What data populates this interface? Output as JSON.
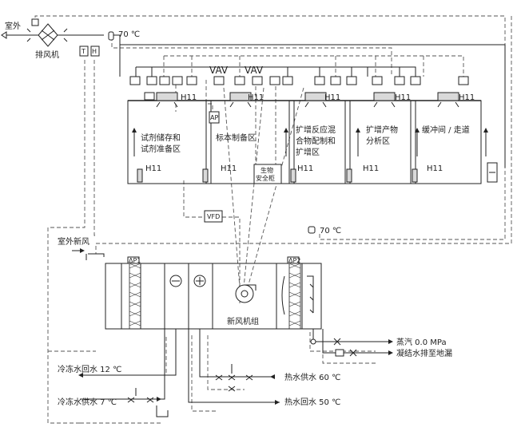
{
  "exhaust": {
    "outdoor": "室外",
    "fan": "排风机",
    "temp": "70 ℃"
  },
  "rooms": [
    {
      "id": "r1",
      "lines": [
        "试剂储存和",
        "试剂准备区"
      ]
    },
    {
      "id": "r2",
      "lines": [
        "标本制备区"
      ]
    },
    {
      "id": "r3",
      "lines": [
        "扩增反应混",
        "合物配制和",
        "扩增区"
      ]
    },
    {
      "id": "r4",
      "lines": [
        "扩增产物",
        "分析区"
      ]
    },
    {
      "id": "r5",
      "lines": [
        "缓冲间 / 走道"
      ]
    }
  ],
  "h11": "H11",
  "vav": [
    "VAV",
    "VAV"
  ],
  "ap": "AP",
  "bsc": [
    "生物",
    "安全柜"
  ],
  "vfd": "VFD",
  "supply_temp": "70 ℃",
  "fresh_air": "室外新风",
  "ahu": {
    "label": "新风机组",
    "dp1": "ΔP1",
    "dp2": "ΔP2"
  },
  "pipes": {
    "steam": "蒸汽 0.0 MPa",
    "condensate": "凝结水排至地漏",
    "chw_return": "冷冻水回水 12 ℃",
    "chw_supply": "冷冻水供水 7 ℃",
    "hw_supply": "热水供水 60 ℃",
    "hw_return": "热水回水 50 ℃"
  },
  "sensor_labels": [
    "T",
    "H"
  ]
}
